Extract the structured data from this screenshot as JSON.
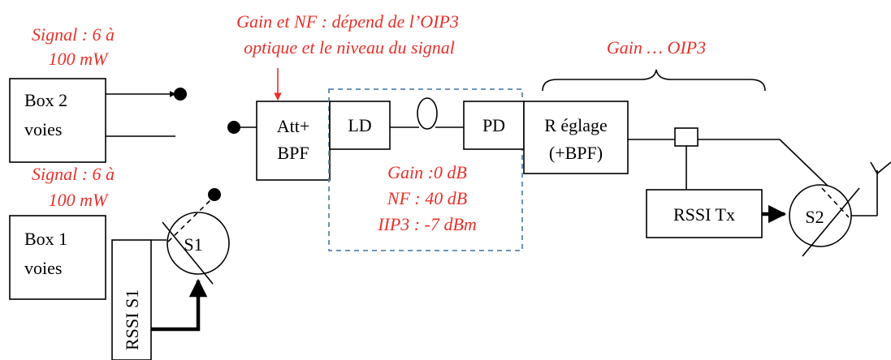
{
  "colors": {
    "annotation": "#e8302a",
    "dashed_frame": "#5b86b0",
    "line": "#000000"
  },
  "annotations": {
    "signal_box2_line1": "Signal : 6 à",
    "signal_box2_line2": "100 mW",
    "signal_box1_line1": "Signal : 6 à",
    "signal_box1_line2": "100 mW",
    "gain_nf_line1": "Gain et NF : dépend de l’OIP3",
    "gain_nf_line2": "optique et le niveau du signal",
    "gain_oip3": "Gain … OIP3",
    "link_gain": "Gain :0 dB",
    "link_nf": "NF : 40 dB",
    "link_iip3": "IIP3 : -7 dBm"
  },
  "blocks": {
    "box2_line1": "Box 2",
    "box2_line2": "voies",
    "box1_line1": "Box 1",
    "box1_line2": "voies",
    "att_line1": "Att+",
    "att_line2": "BPF",
    "ld": "LD",
    "pd": "PD",
    "reglage_line1": "R églage",
    "reglage_line2": "(+BPF)",
    "rssi_tx": "RSSI Tx",
    "rssi_s1": "RSSI  S1"
  },
  "switches": {
    "s1": "S1",
    "s2": "S2"
  }
}
